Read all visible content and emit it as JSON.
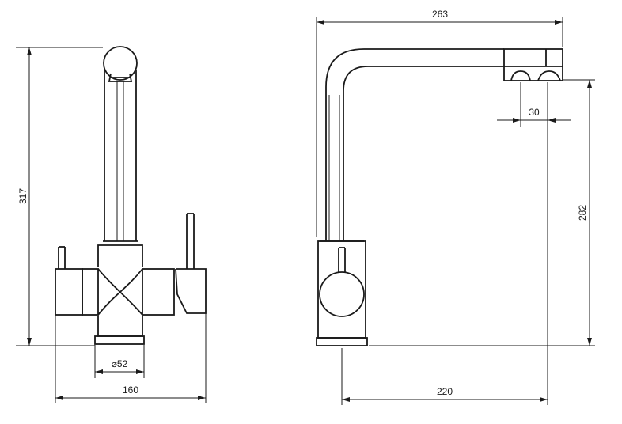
{
  "drawing": {
    "front_view": {
      "dimensions": {
        "height": "317",
        "base_diameter": "⌀52",
        "width": "160"
      }
    },
    "side_view": {
      "dimensions": {
        "reach_total": "263",
        "outlet_spacing": "30",
        "spout_height": "282",
        "reach_to_outlet": "220"
      }
    }
  }
}
